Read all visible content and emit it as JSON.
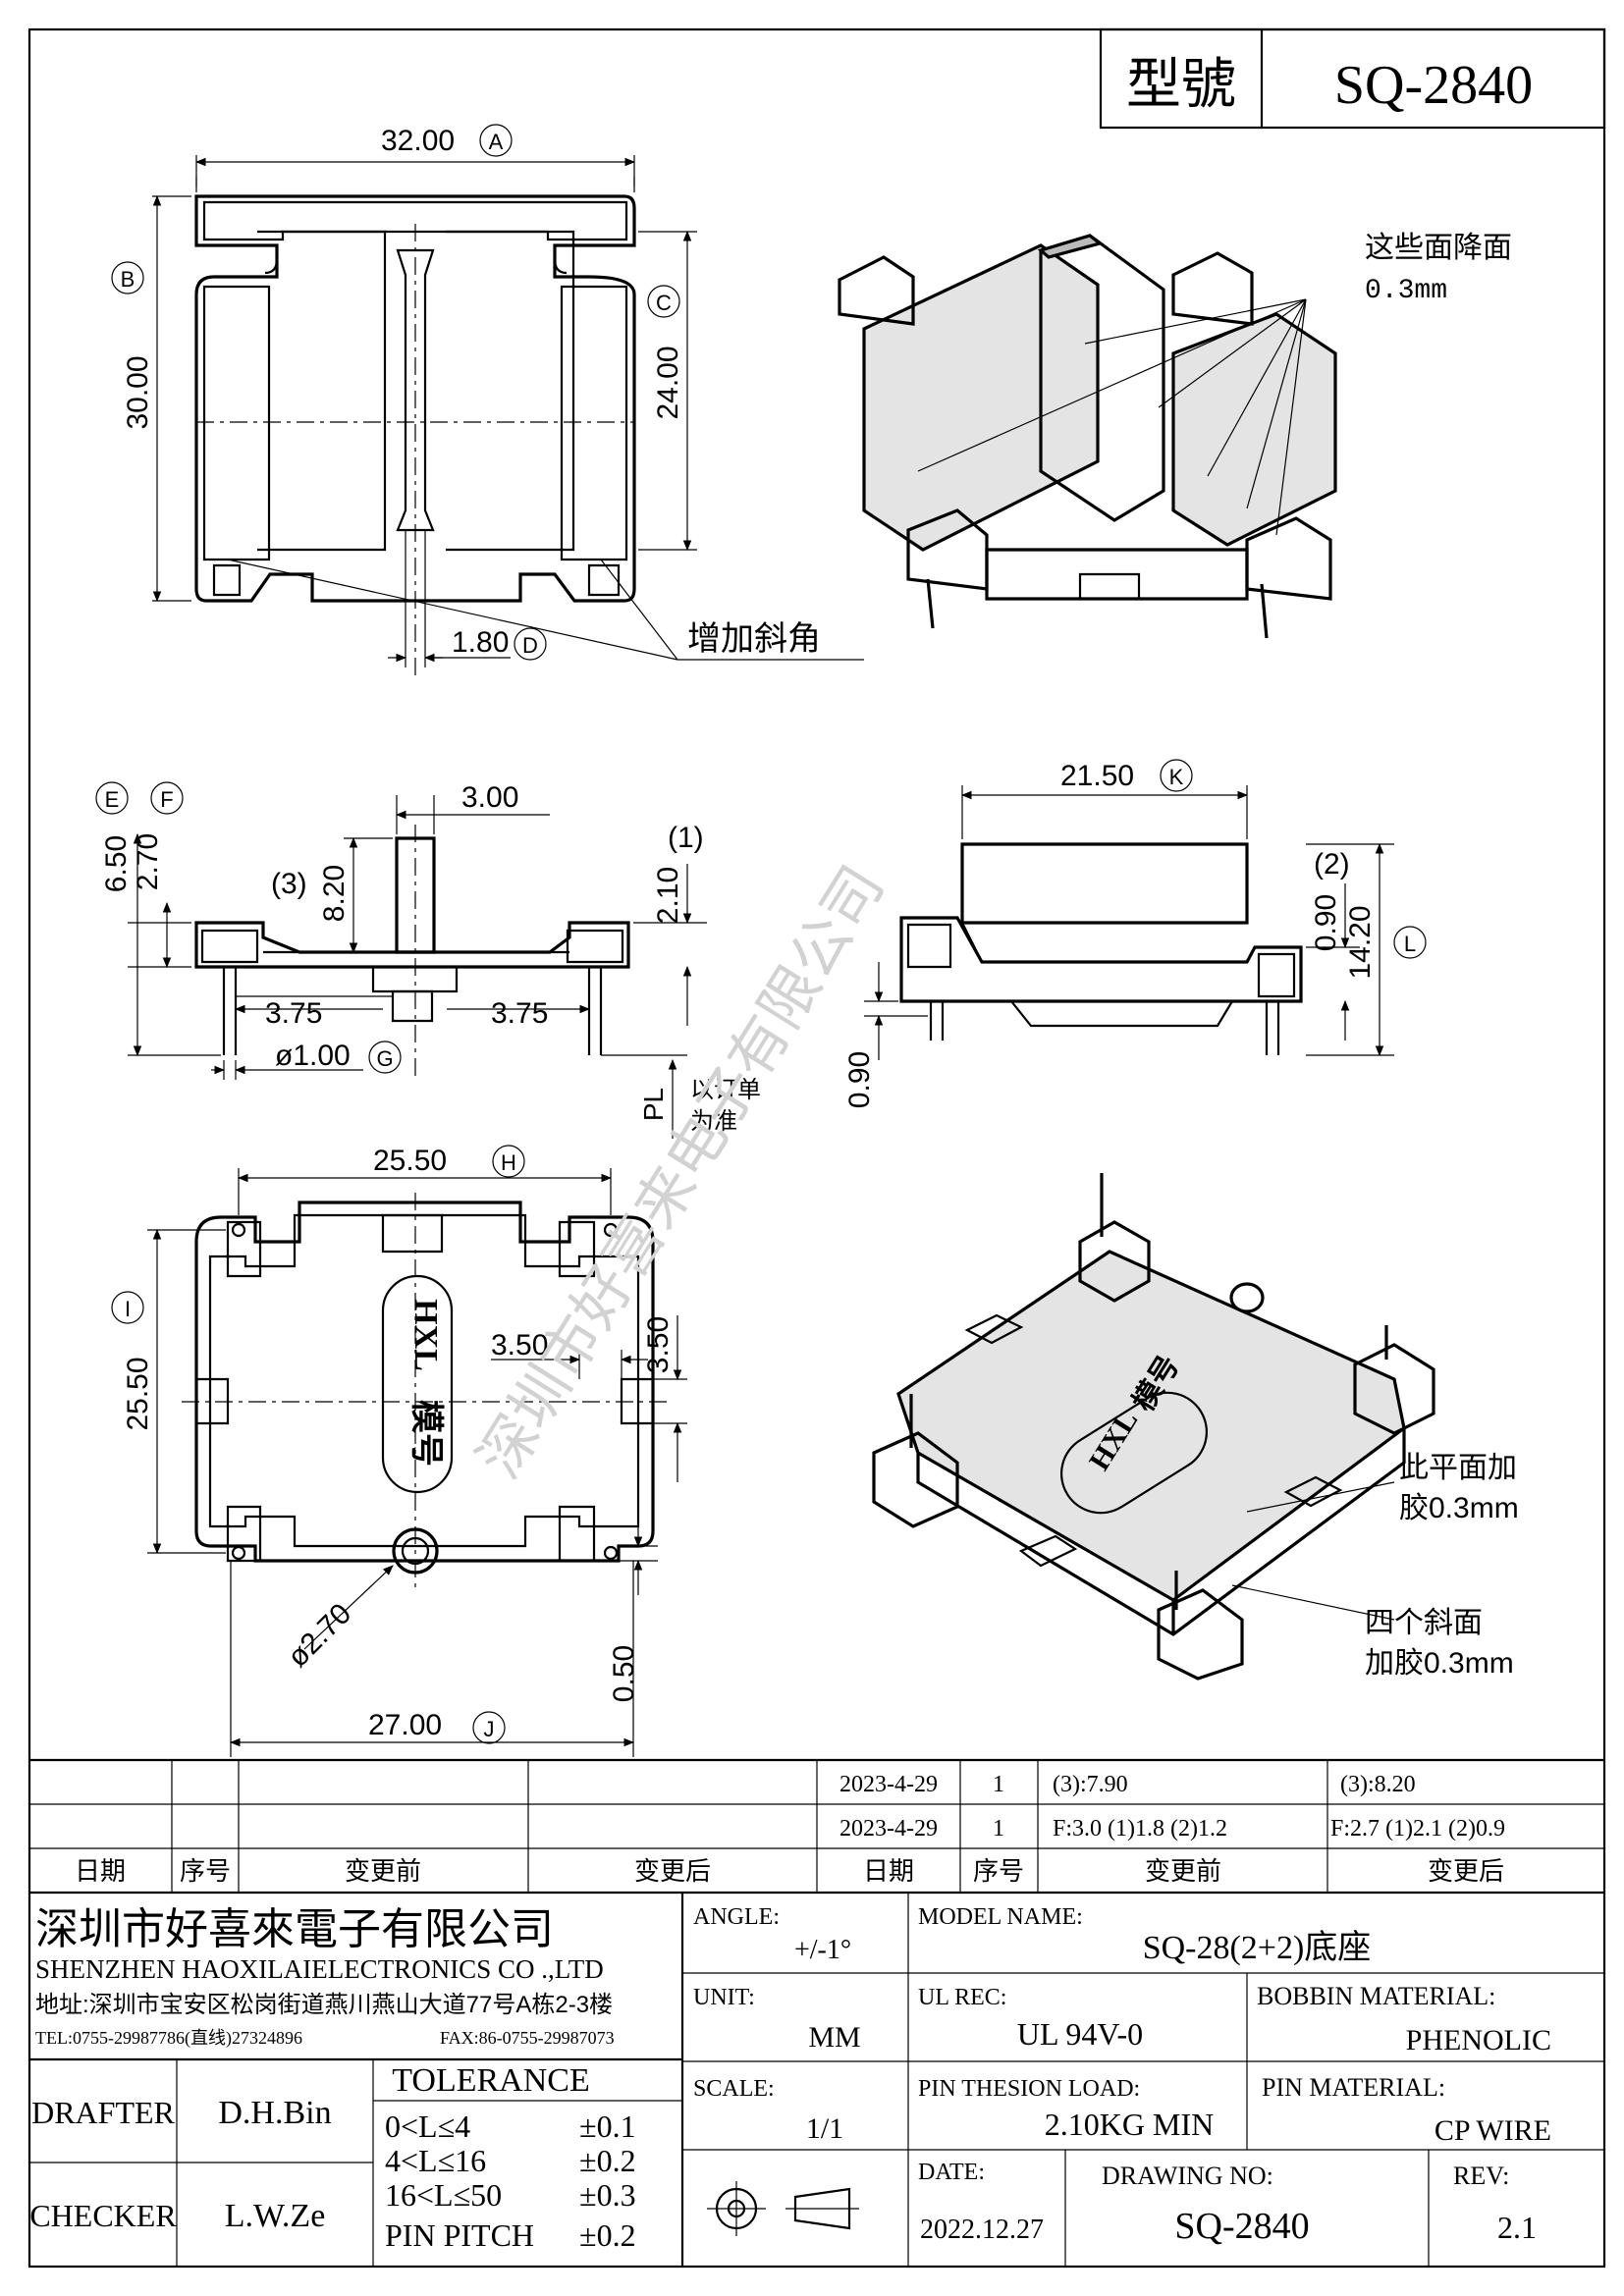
{
  "header": {
    "label_model": "型號",
    "model": "SQ-2840"
  },
  "top_view": {
    "dim_a": "32.00",
    "tag_a": "A",
    "dim_b": "30.00",
    "tag_b": "B",
    "dim_c": "24.00",
    "tag_c": "C",
    "dim_d": "1.80",
    "tag_d": "D",
    "note_chamfer": "增加斜角"
  },
  "iso_top_note": {
    "line1": "这些面降面",
    "line2": "0.3mm"
  },
  "front_view": {
    "tag_e": "E",
    "tag_f": "F",
    "dim_e": "6.50",
    "dim_f": "2.70",
    "dim_width": "3.00",
    "label_3": "(3)",
    "dim_3": "8.20",
    "label_1": "(1)",
    "dim_1": "2.10",
    "dim_left": "3.75",
    "dim_right": "3.75",
    "dim_g": "ø1.00",
    "tag_g": "G",
    "pl": "PL",
    "pl_note1": "以订单",
    "pl_note2": "为准"
  },
  "side_view": {
    "dim_k": "21.50",
    "tag_k": "K",
    "label_2": "(2)",
    "dim_2": "0.90",
    "dim_l": "14.20",
    "tag_l": "L",
    "dim_bottom": "0.90"
  },
  "bottom_view": {
    "dim_h": "25.50",
    "tag_h": "H",
    "dim_i": "25.50",
    "tag_i": "I",
    "dim_35a": "3.50",
    "dim_35b": "3.50",
    "dim_pin": "ø2.70",
    "dim_050": "0.50",
    "dim_j": "27.00",
    "tag_j": "J",
    "logo_hxl": "HXL",
    "logo_mh": "模号"
  },
  "iso_bottom_note": {
    "a1": "此平面加",
    "a2": "胶0.3mm",
    "b1": "四个斜面",
    "b2": "加胶0.3mm"
  },
  "watermark": "深圳市好喜来电子有限公司",
  "revisions": {
    "rows": [
      {
        "date": "2023-4-29",
        "seq": "1",
        "before": "(3):7.90",
        "after": "(3):8.20"
      },
      {
        "date": "2023-4-29",
        "seq": "1",
        "before": "F:3.0 (1)1.8 (2)1.2",
        "after": "F:2.7 (1)2.1 (2)0.9"
      }
    ],
    "headers": [
      "日期",
      "序号",
      "变更前",
      "变更后",
      "日期",
      "序号",
      "变更前",
      "变更后"
    ]
  },
  "company": {
    "name_cn": "深圳市好喜來電子有限公司",
    "name_en": "SHENZHEN HAOXILAIELECTRONICS CO .,LTD",
    "address": "地址:深圳市宝安区松岗街道燕川燕山大道77号A栋2-3楼",
    "tel": "TEL:0755-29987786(直线)27324896",
    "fax": "FAX:86-0755-29987073"
  },
  "title_block": {
    "angle_label": "ANGLE:",
    "angle": "+/-1°",
    "model_label": "MODEL NAME:",
    "model_name": "SQ-28(2+2)底座",
    "unit_label": "UNIT:",
    "unit": "MM",
    "ul_label": "UL REC:",
    "ul": "UL 94V-0",
    "bobbin_label": "BOBBIN MATERIAL:",
    "bobbin": "PHENOLIC",
    "scale_label": "SCALE:",
    "scale": "1/1",
    "pin_load_label": "PIN THESION LOAD:",
    "pin_load": "2.10KG MIN",
    "pin_mat_label": "PIN MATERIAL:",
    "pin_mat": "CP  WIRE",
    "date_label": "DATE:",
    "date": "2022.12.27",
    "drawing_no_label": "DRAWING NO:",
    "drawing_no": "SQ-2840",
    "rev_label": "REV:",
    "rev": "2.1",
    "drafter_label": "DRAFTER",
    "drafter": "D.H.Bin",
    "checker_label": "CHECKER",
    "checker": "L.W.Ze",
    "tolerance_title": "TOLERANCE",
    "tolerances": [
      {
        "range": "0<L≤4",
        "tol": "±0.1"
      },
      {
        "range": "4<L≤16",
        "tol": "±0.2"
      },
      {
        "range": "16<L≤50",
        "tol": "±0.3"
      },
      {
        "range": "PIN PITCH",
        "tol": "±0.2"
      }
    ]
  }
}
